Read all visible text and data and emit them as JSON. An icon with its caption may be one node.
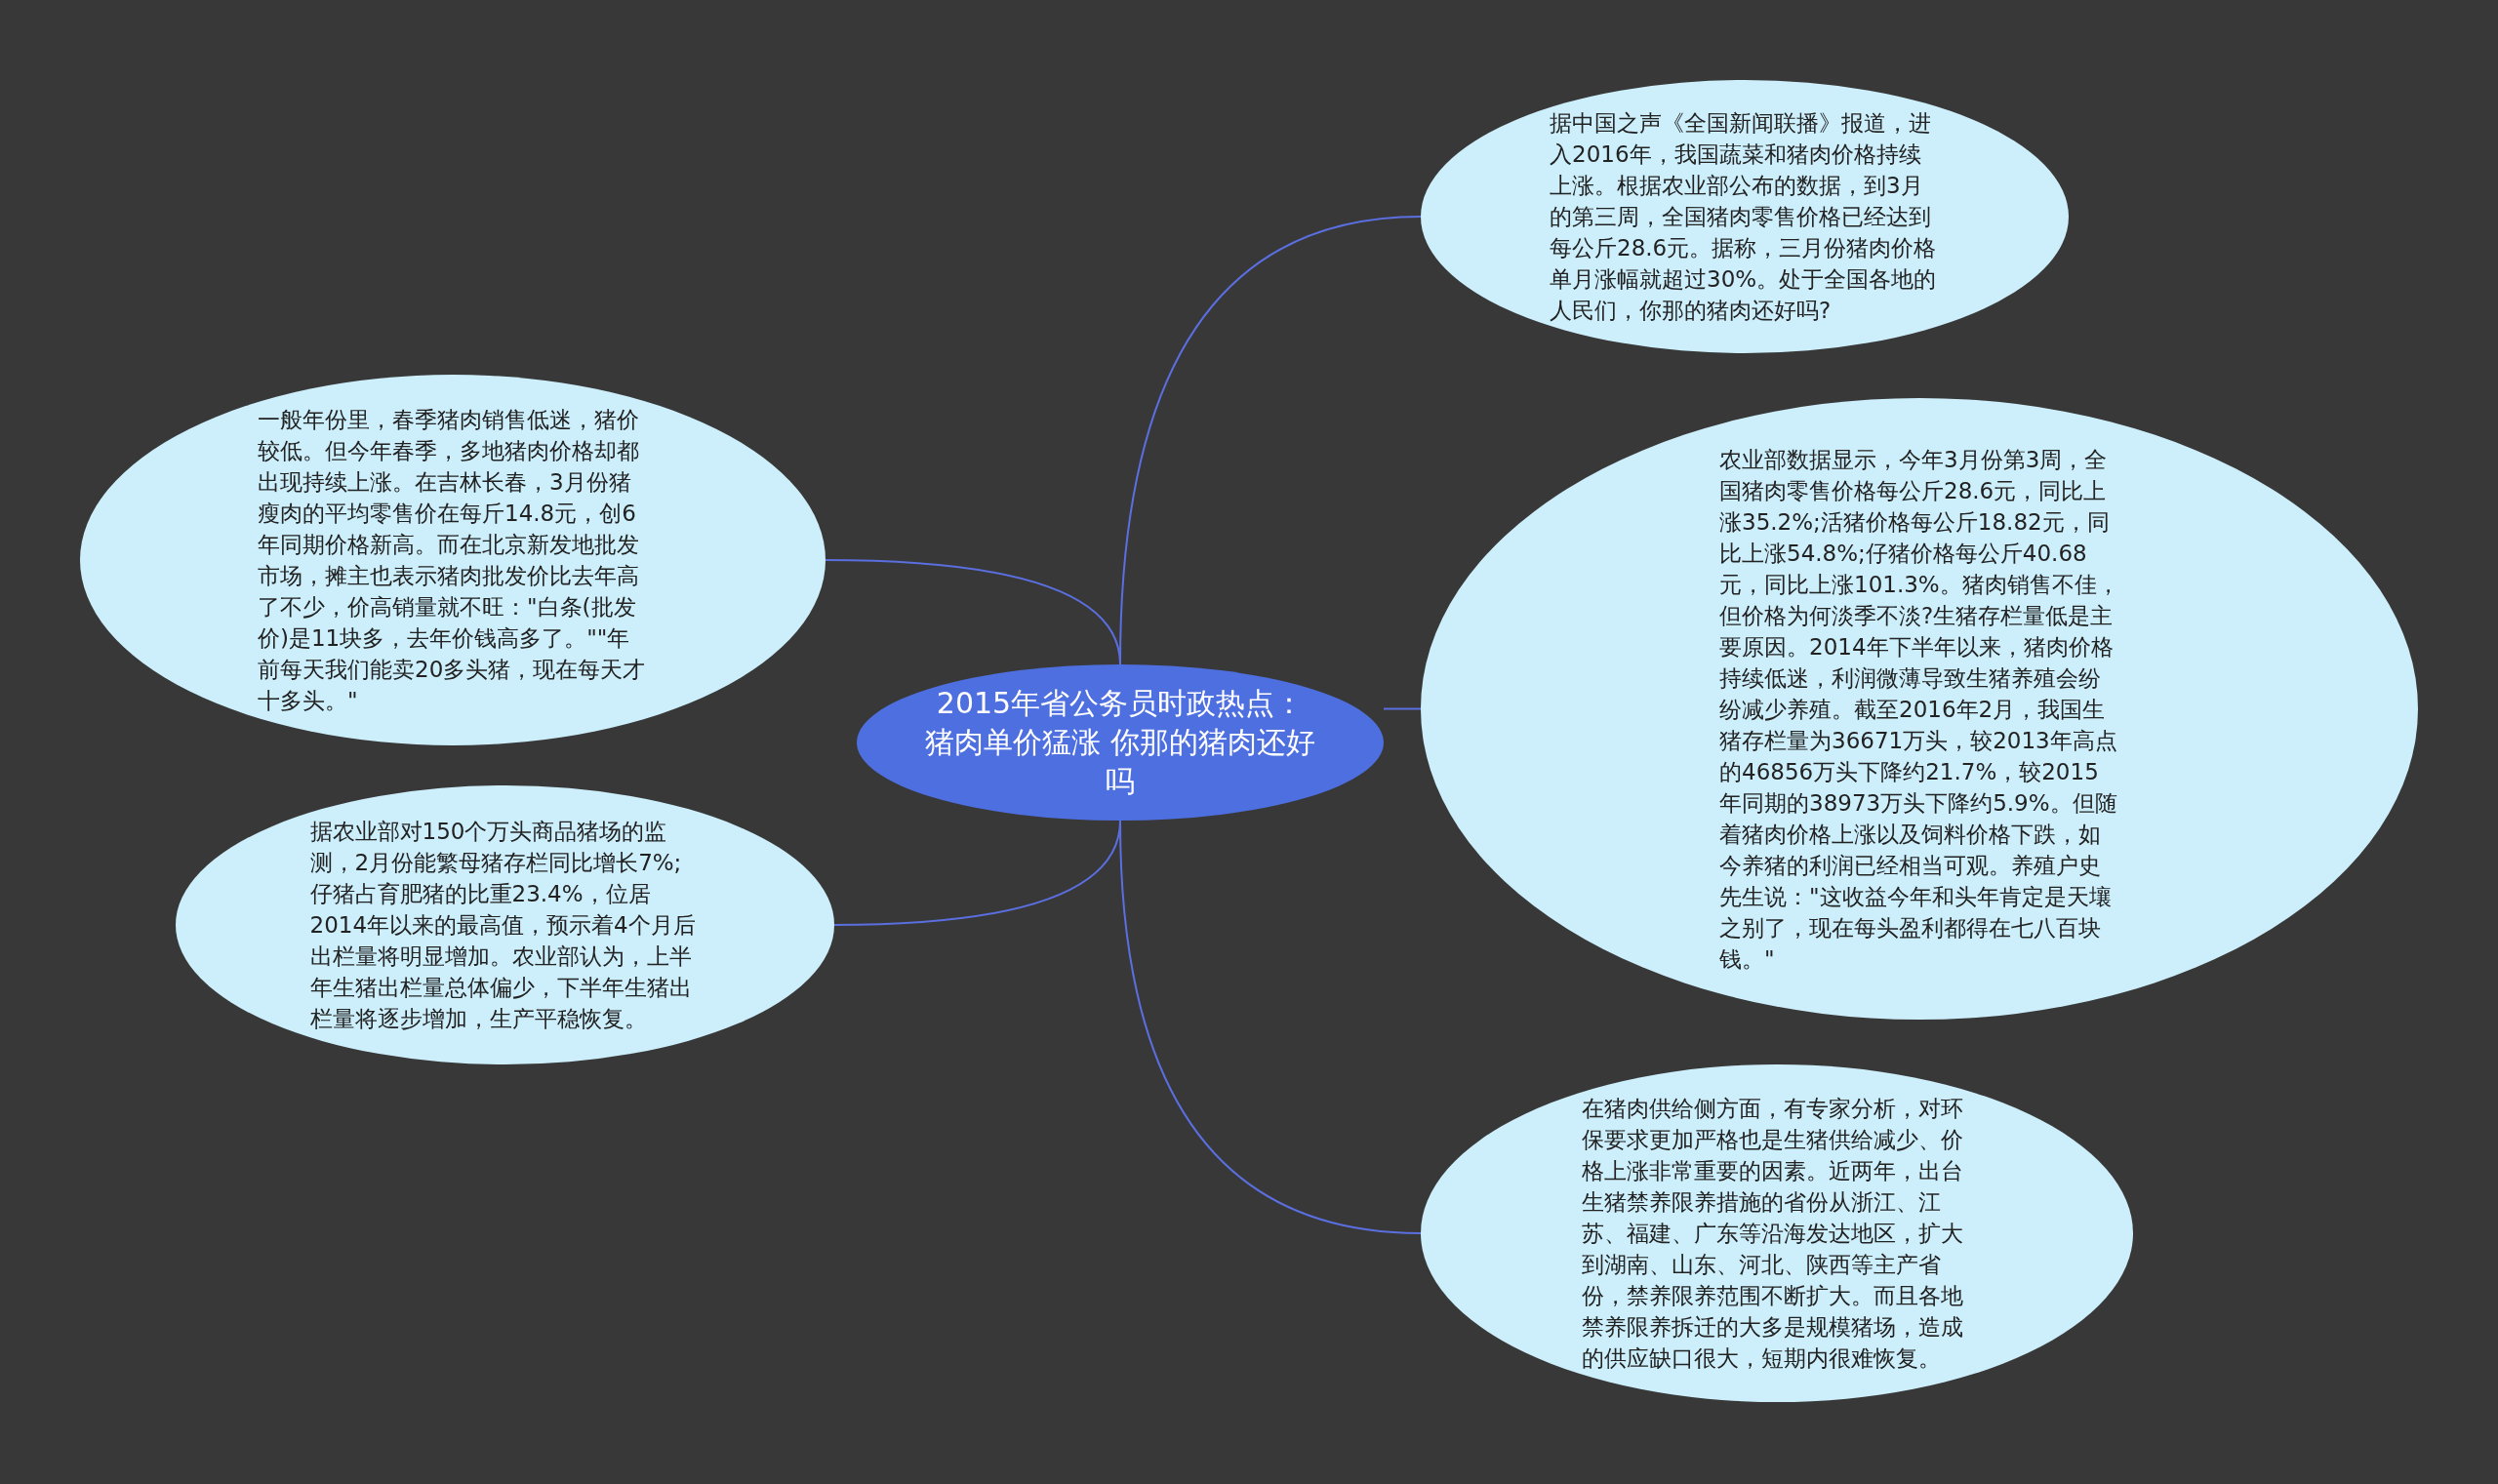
{
  "diagram": {
    "nodes": [
      {
        "text": [
          "2015年省公务员时政热点：猪肉单价猛涨 你那的猪肉还好吗"
        ]
      },
      {
        "text": [
          "据中国之声《全国新闻联播》报道，进入2016年，我国蔬菜和猪肉价格持续上涨。根据农业部公布的数据，到3月的第三周，全国猪肉零售价格已经达到每公斤28.6元。据称，三月份猪肉价格单月涨幅就超过30%。处于全国各地的人民们，你那的猪肉还好吗?"
        ]
      },
      {
        "text": [
          "一般年份里，春季猪肉销售低迷，猪价较低。但今年春季，多地猪肉价格却都出现持续上涨。在吉林长春，3月份猪瘦肉的平均零售价在每斤14.8元，创6年同期价格新高。而在北京新发地批发市场，摊主也表示猪肉批发价比去年高了不少，价高销量就不旺：\"白条(批发价)是11块多，去年价钱高多了。\"\"年前每天我们能卖20多头猪，现在每天才十多头。\""
        ]
      },
      {
        "text": [
          "农业部数据显示，今年3月份第3周，全国猪肉零售价格每公斤28.6元，同比上涨35.2%;活猪价格每公斤18.82元，同比上涨54.8%;仔猪价格每公斤40.68元，同比上涨101.3%。猪肉销售不佳，但价格为何淡季不淡?生猪存栏量低是主要原因。2014年下半年以来，猪肉价格持续低迷，利润微薄导致生猪养殖会纷纷减少养殖。截至2016年2月，我国生猪存栏量为36671万头，较2013年高点的46856万头下降约21.7%，较2015年同期的38973万头下降约5.9%。但随着猪肉价格上涨以及饲料价格下跌，如今养猪的利润已经相当可观。养殖户史先生说：\"这收益今年和头年肯定是天壤之别了，现在每头盈利都得在七八百块钱。\""
        ]
      },
      {
        "text": [
          "据农业部对150个万头商品猪场的监测，2月份能繁母猪存栏同比增长7%;仔猪占育肥猪的比重23.4%，位居2014年以来的最高值，预示着4个月后出栏量将明显增加。农业部认为，上半年生猪出栏量总体偏少，下半年生猪出栏量将逐步增加，生产平稳恢复。"
        ]
      },
      {
        "text": [
          "在猪肉供给侧方面，有专家分析，对环保要求更加严格也是生猪供给减少、价格上涨非常重要的因素。近两年，出台生猪禁养限养措施的省份从浙江、江苏、福建、广东等沿海发达地区，扩大到湖南、山东、河北、陕西等主产省份，禁养限养范围不断扩大。而且各地禁养限养拆迁的大多是规模猪场，造成的供应缺口很大，短期内很难恢复。"
        ]
      }
    ],
    "edges": [
      {
        "from": 0,
        "to": 1,
        "arrow": "none"
      },
      {
        "from": 0,
        "to": 2,
        "arrow": "none"
      },
      {
        "from": 0,
        "to": 3,
        "arrow": "none"
      },
      {
        "from": 0,
        "to": 4,
        "arrow": "none"
      },
      {
        "from": 0,
        "to": 5,
        "arrow": "none"
      }
    ]
  }
}
